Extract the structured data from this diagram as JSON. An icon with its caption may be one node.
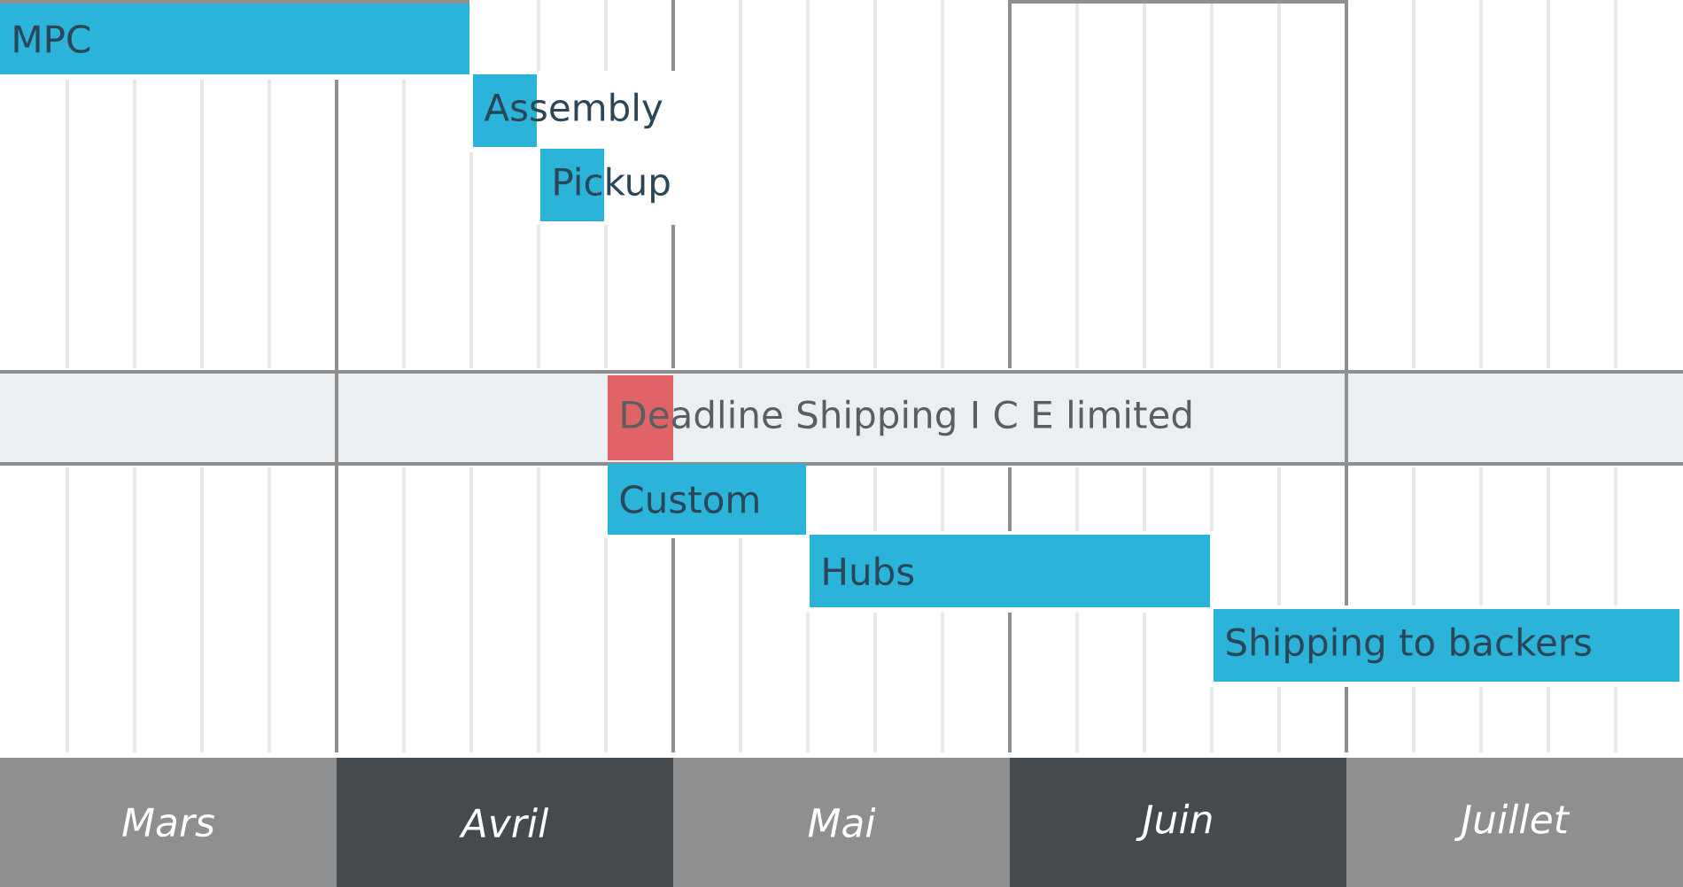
{
  "diagram": {
    "nodes": [
      {
        "text": [
          "MPC"
        ]
      },
      {
        "text": [
          "Assembly"
        ]
      },
      {
        "text": [
          "Pickup"
        ]
      },
      {
        "text": [
          "Deadline Shipping I C E limited"
        ]
      },
      {
        "text": [
          "Custom"
        ]
      },
      {
        "text": [
          "Hubs"
        ]
      },
      {
        "text": [
          "Shipping to backers"
        ]
      },
      {
        "text": [
          "Mars"
        ]
      },
      {
        "text": [
          "Avril"
        ]
      },
      {
        "text": [
          "Mai"
        ]
      },
      {
        "text": [
          "Juin"
        ]
      },
      {
        "text": [
          "Juillet"
        ]
      }
    ]
  }
}
